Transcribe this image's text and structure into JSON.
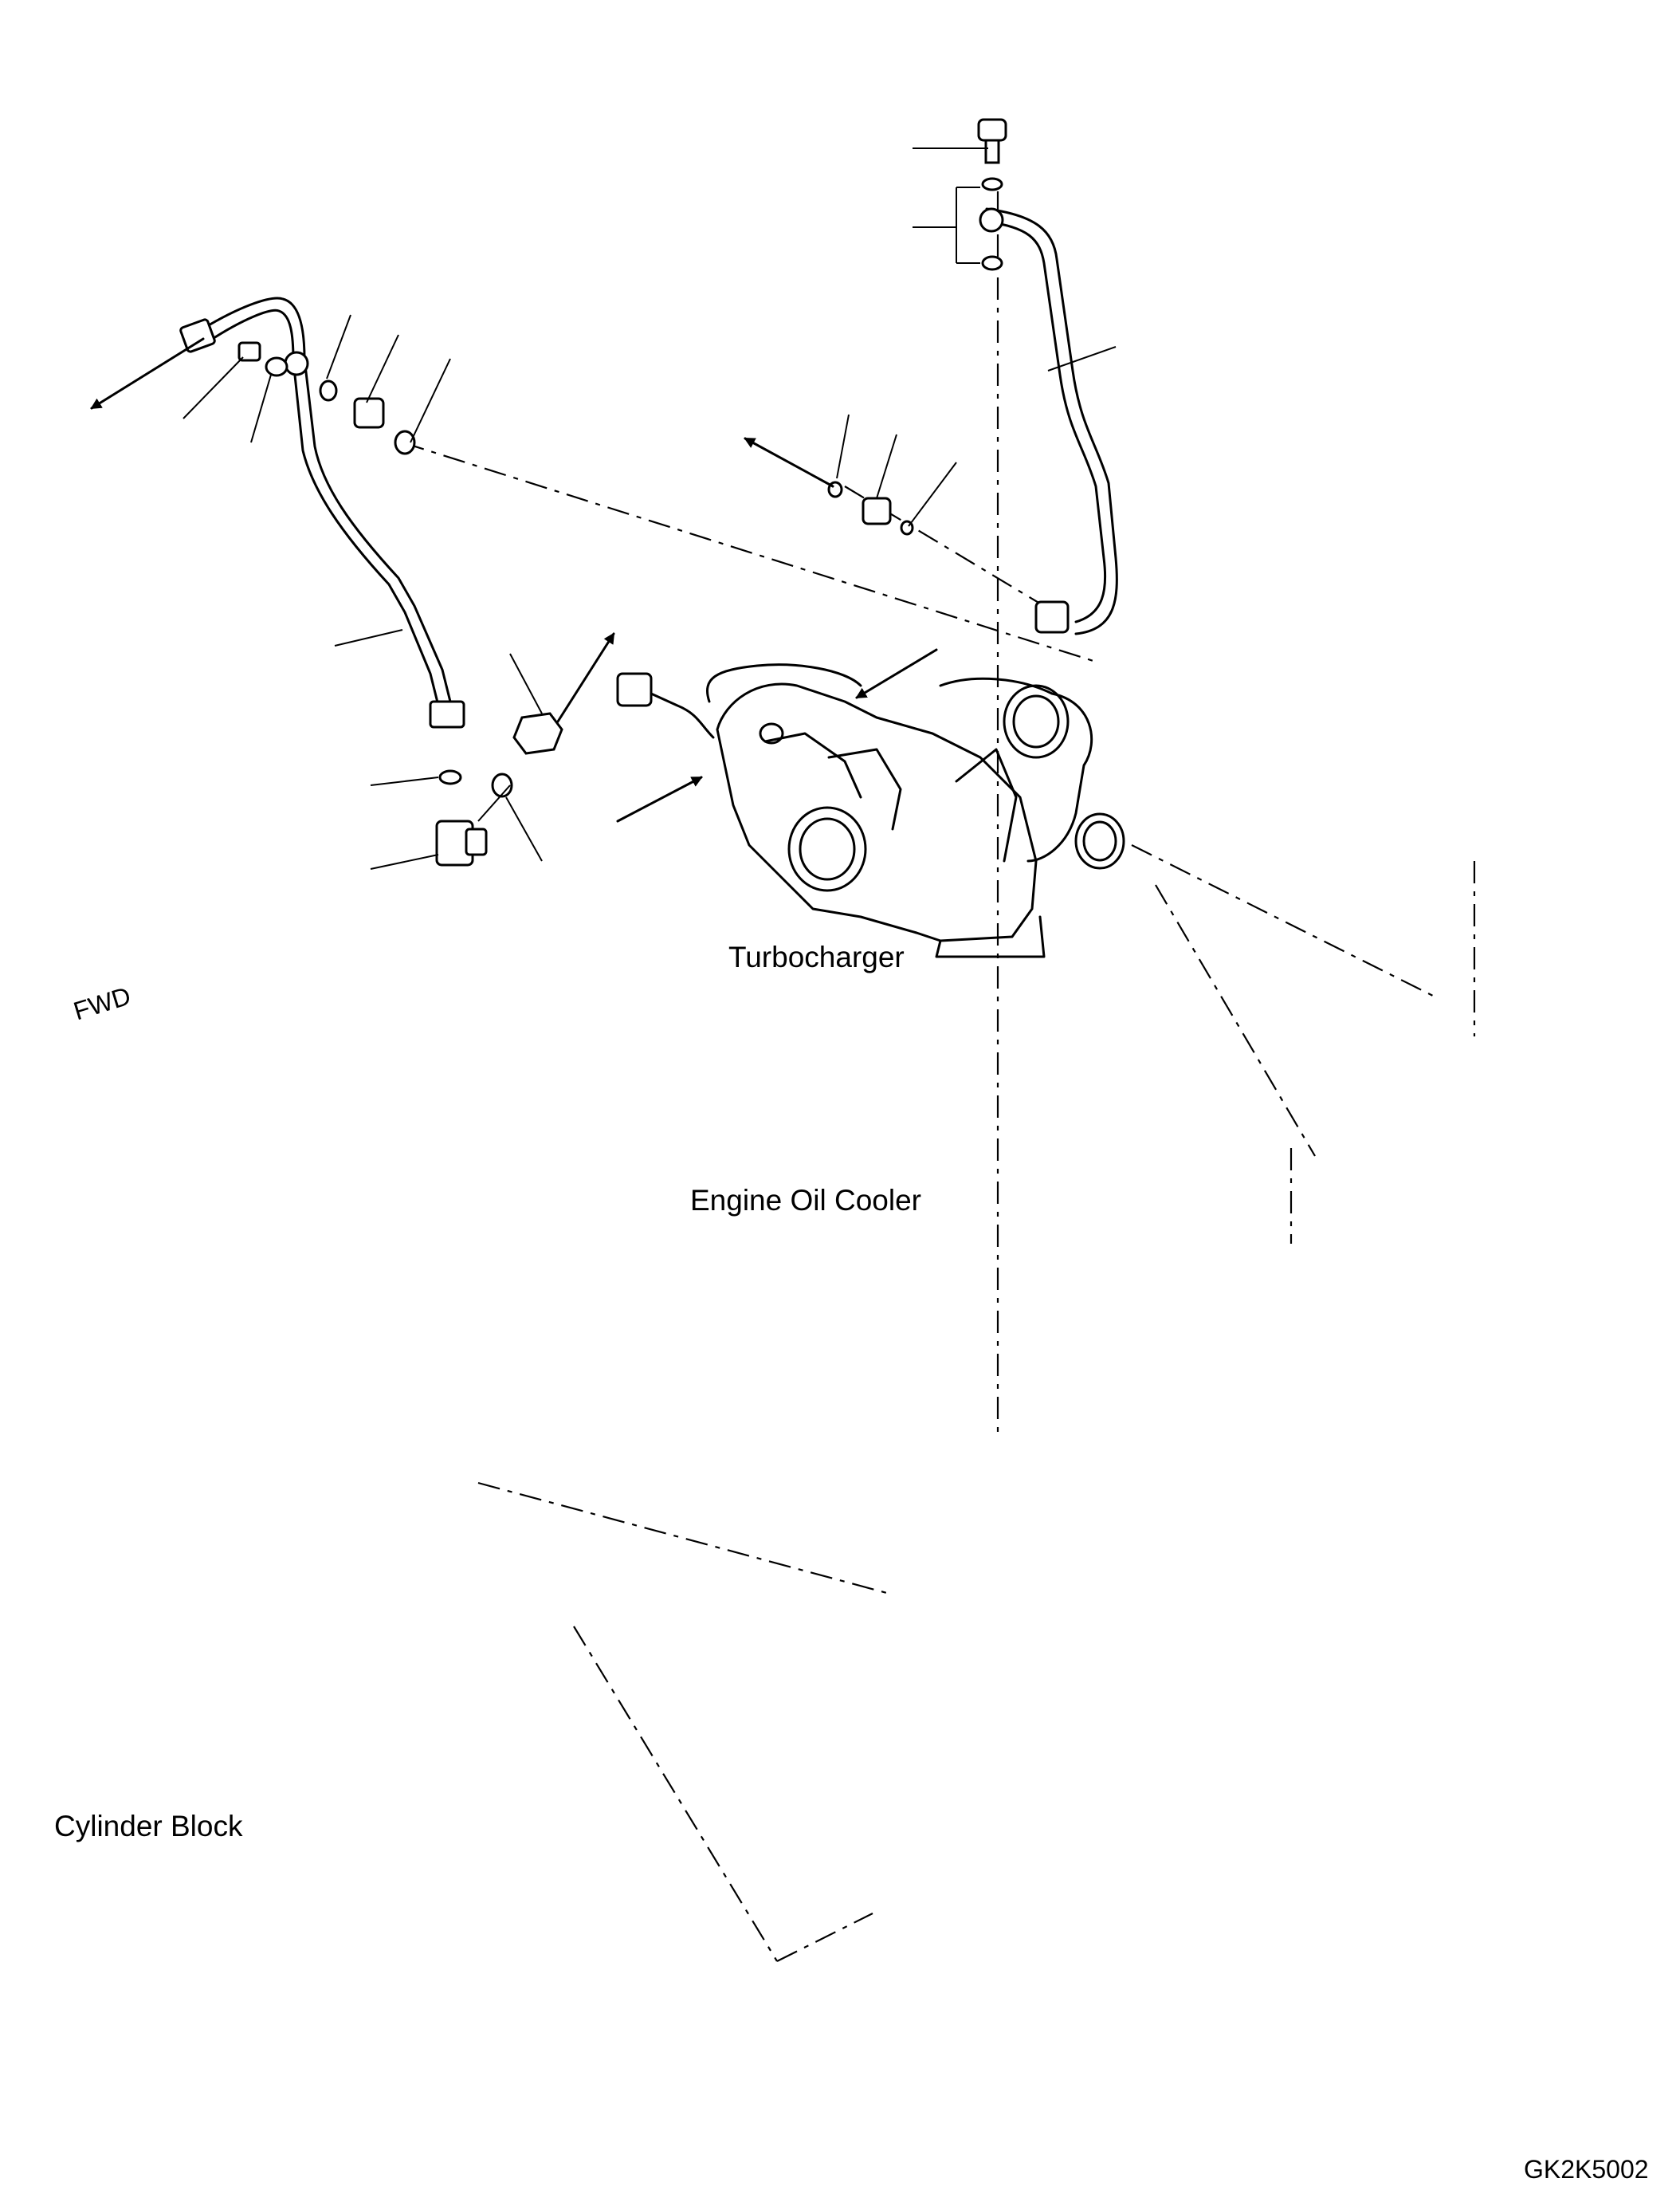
{
  "labels": {
    "turbocharger": "Turbocharger",
    "engine_oil_cooler": "Engine Oil Cooler",
    "cylinder_block": "Cylinder Block",
    "fwd": "FWD",
    "drawing_id": "GK2K5002"
  }
}
